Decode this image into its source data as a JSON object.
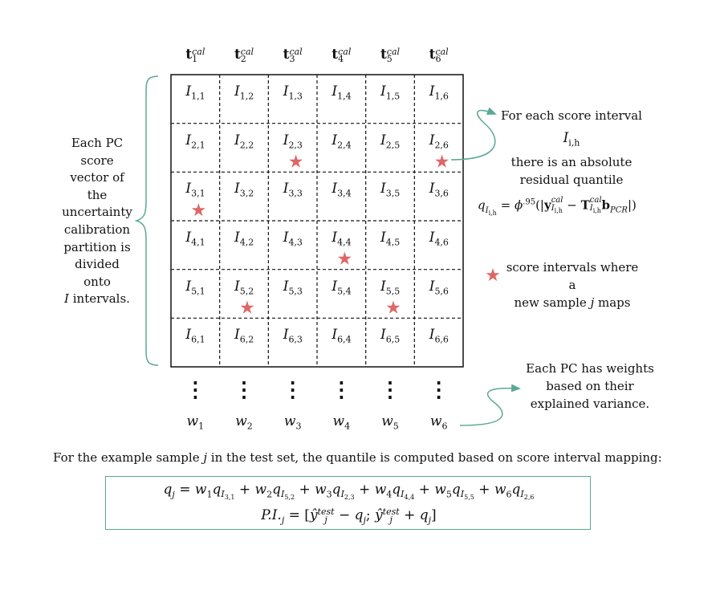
{
  "column_headers": [
    {
      "base": "t",
      "sup": "cal",
      "sub": "1"
    },
    {
      "base": "t",
      "sup": "cal",
      "sub": "2"
    },
    {
      "base": "t",
      "sup": "cal",
      "sub": "3"
    },
    {
      "base": "t",
      "sup": "cal",
      "sub": "4"
    },
    {
      "base": "t",
      "sup": "cal",
      "sub": "5"
    },
    {
      "base": "t",
      "sup": "cal",
      "sub": "6"
    }
  ],
  "cells": {
    "base": "I",
    "rows": [
      [
        "1,1",
        "1,2",
        "1,3",
        "1,4",
        "1,5",
        "1,6"
      ],
      [
        "2,1",
        "2,2",
        "2,3",
        "2,4",
        "2,5",
        "2,6"
      ],
      [
        "3,1",
        "3,2",
        "3,3",
        "3,4",
        "3,5",
        "3,6"
      ],
      [
        "4,1",
        "4,2",
        "4,3",
        "4,4",
        "4,5",
        "4,6"
      ],
      [
        "5,1",
        "5,2",
        "5,3",
        "5,4",
        "5,5",
        "5,6"
      ],
      [
        "6,1",
        "6,2",
        "6,3",
        "6,4",
        "6,5",
        "6,6"
      ]
    ]
  },
  "star_cells": [
    [
      3,
      1
    ],
    [
      2,
      3
    ],
    [
      2,
      6
    ],
    [
      4,
      4
    ],
    [
      5,
      2
    ],
    [
      5,
      5
    ]
  ],
  "star_color": "#e06666",
  "accent_color": "#5aa896",
  "vertical_dots": "⋮",
  "weights": [
    {
      "base": "w",
      "sub": "1"
    },
    {
      "base": "w",
      "sub": "2"
    },
    {
      "base": "w",
      "sub": "3"
    },
    {
      "base": "w",
      "sub": "4"
    },
    {
      "base": "w",
      "sub": "5"
    },
    {
      "base": "w",
      "sub": "6"
    }
  ],
  "left_annotation": [
    "Each PC",
    "score",
    "vector of",
    "the",
    "uncertainty",
    "calibration",
    "partition is",
    "divided",
    "onto",
    "I intervals."
  ],
  "right_note_interval": {
    "line1": "For each score interval",
    "symbol": "I",
    "symbol_sub": "i,h",
    "line2": "there is an absolute",
    "line3": "residual quantile"
  },
  "quantile_formula": {
    "lhs": "q",
    "lhs_sub": "I",
    "lhs_subsub": "i,h",
    "equals": " = ",
    "phi": "ϕ",
    "phi_sup": ".95",
    "open": "(|",
    "y": "y",
    "y_sup": "cal",
    "y_sub": "I",
    "y_subsub": "i,h",
    "minus": " − ",
    "T": "T",
    "T_sup": "cal",
    "T_sub": "I",
    "T_subsub": "i,h",
    "b": "b",
    "b_sub": "PCR",
    "close": "|)"
  },
  "legend_star": {
    "line1": "score intervals where a",
    "line2": "new sample j maps"
  },
  "weights_note": [
    "Each PC has weights",
    "based on their",
    "explained variance."
  ],
  "caption": "For the example sample j in the test set, the quantile is computed based on score interval mapping:",
  "box_formula": {
    "line1": {
      "lhs": "q",
      "lhs_sub": "j",
      "terms": [
        {
          "w": "w",
          "w_sub": "1",
          "q": "q",
          "q_sub": "I",
          "q_subsub": "3,1"
        },
        {
          "w": "w",
          "w_sub": "2",
          "q": "q",
          "q_sub": "I",
          "q_subsub": "5,2"
        },
        {
          "w": "w",
          "w_sub": "3",
          "q": "q",
          "q_sub": "I",
          "q_subsub": "2,3"
        },
        {
          "w": "w",
          "w_sub": "4",
          "q": "q",
          "q_sub": "I",
          "q_subsub": "4,4"
        },
        {
          "w": "w",
          "w_sub": "5",
          "q": "q",
          "q_sub": "I",
          "q_subsub": "5,5"
        },
        {
          "w": "w",
          "w_sub": "6",
          "q": "q",
          "q_sub": "I",
          "q_subsub": "2,6"
        }
      ]
    },
    "line2": {
      "lhs": "P.I.",
      "lhs_sub": "j",
      "eq": " = [",
      "yhat": "ŷ",
      "yhat_sup": "test",
      "yhat_sub": "j",
      "minus": " − ",
      "q": "q",
      "q_sub": "j",
      "sep": "; ",
      "plus": " + ",
      "close": "]"
    }
  }
}
